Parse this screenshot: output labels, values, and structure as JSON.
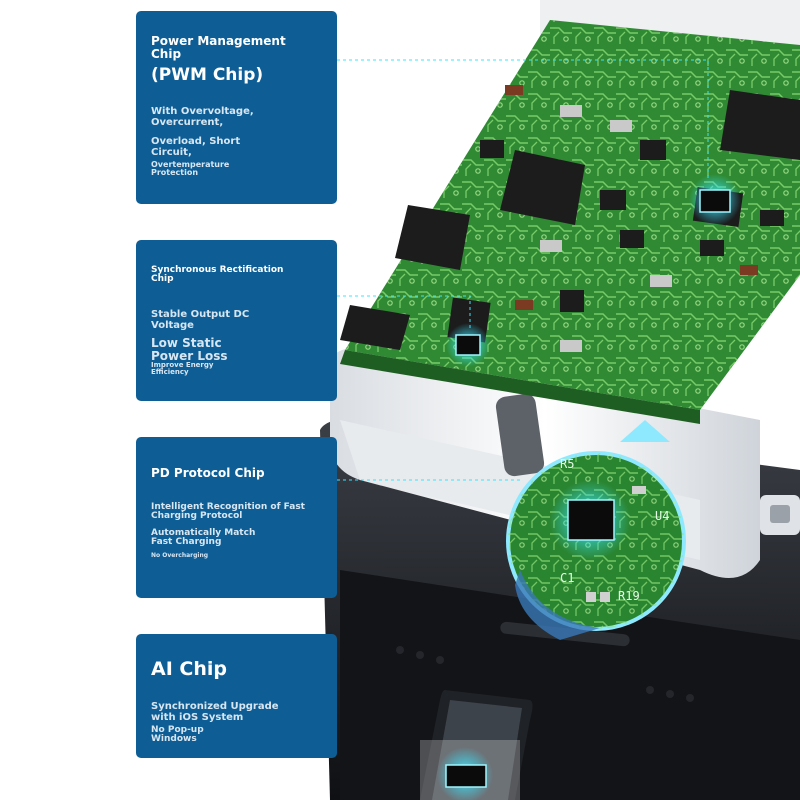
{
  "colors": {
    "card_bg": "#0e5e95",
    "card_text": "#ffffff",
    "pcb_green": "#2f8a33",
    "highlight_cyan": "#39e6ff"
  },
  "features": [
    {
      "title": "Power Management Chip",
      "subtitle": "(PWM Chip)",
      "lines": [
        "With Overvoltage, Overcurrent,",
        "Overload, Short Circuit,",
        "Overtemperature Protection"
      ]
    },
    {
      "title": "Synchronous Rectification Chip",
      "lines": [
        "Stable Output DC Voltage",
        "Low Static Power Loss",
        "Improve Energy Efficiency"
      ]
    },
    {
      "title": "PD Protocol Chip",
      "lines": [
        "Intelligent Recognition of Fast Charging Protocol",
        "Automatically Match Fast Charging",
        "No Overcharging"
      ]
    },
    {
      "title": "AI Chip",
      "lines": [
        "Synchronized Upgrade with iOS System",
        "No Pop-up Windows"
      ]
    }
  ],
  "pcb_labels": [
    "R19",
    "C1",
    "U4",
    "R5"
  ]
}
